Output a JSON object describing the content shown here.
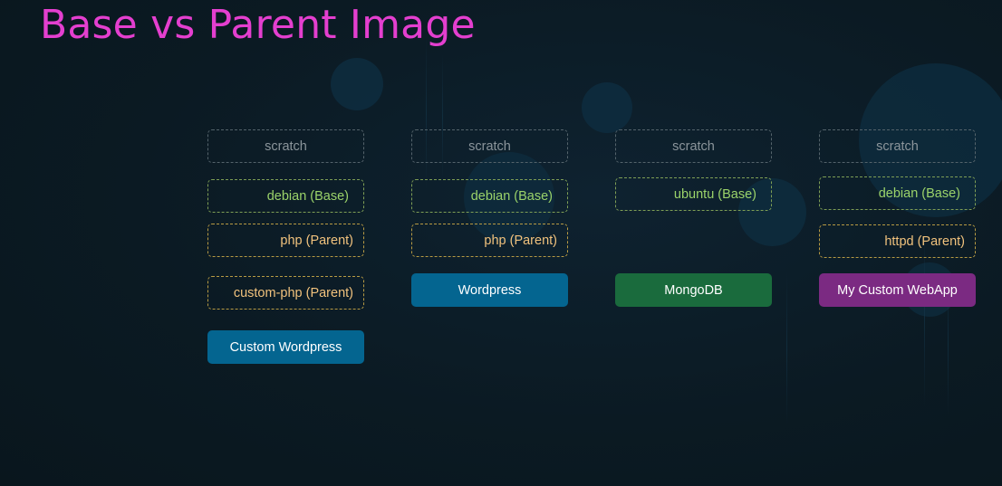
{
  "slide": {
    "title": "Base vs Parent Image"
  },
  "colors": {
    "title": "#e43fcf",
    "scratch_text": "#8b959b",
    "base_text": "#9bd36a",
    "parent_text": "#f1c27d",
    "app_text": "#ffffff"
  },
  "columns": [
    {
      "layers": [
        {
          "label": "scratch",
          "kind": "scratch"
        },
        {
          "label": "debian  (Base)",
          "kind": "base"
        },
        {
          "label": "php   (Parent)",
          "kind": "parent"
        },
        {
          "label": "custom-php  (Parent)",
          "kind": "parent"
        }
      ],
      "app": {
        "label": "Custom Wordpress",
        "color": "#046590"
      }
    },
    {
      "layers": [
        {
          "label": "scratch",
          "kind": "scratch"
        },
        {
          "label": "debian  (Base)",
          "kind": "base"
        },
        {
          "label": "php   (Parent)",
          "kind": "parent"
        }
      ],
      "app": {
        "label": "Wordpress",
        "color": "#046590"
      }
    },
    {
      "layers": [
        {
          "label": "scratch",
          "kind": "scratch"
        },
        {
          "label": "ubuntu (Base)",
          "kind": "base"
        }
      ],
      "app": {
        "label": "MongoDB",
        "color": "#1a6b3d"
      }
    },
    {
      "layers": [
        {
          "label": "scratch",
          "kind": "scratch"
        },
        {
          "label": "debian  (Base)",
          "kind": "base"
        },
        {
          "label": "httpd (Parent)",
          "kind": "parent"
        }
      ],
      "app": {
        "label": "My Custom WebApp",
        "color": "#7b2a82"
      }
    }
  ]
}
